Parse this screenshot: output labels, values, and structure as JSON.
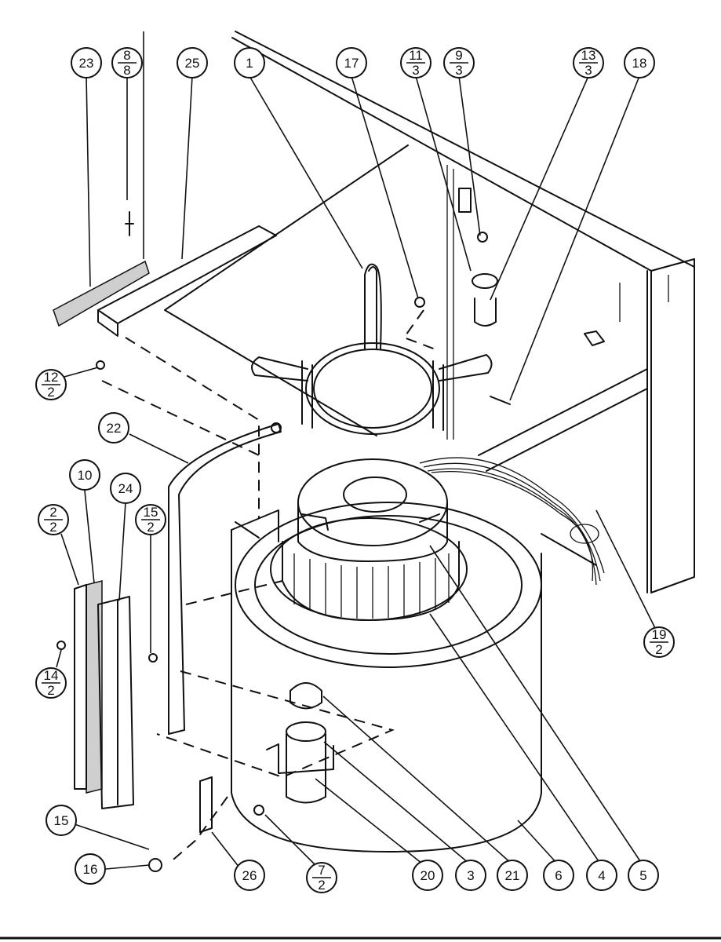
{
  "callouts": {
    "c23": "23",
    "c8_8_top": "8",
    "c8_8_bot": "8",
    "c25": "25",
    "c1": "1",
    "c17": "17",
    "c11_3_top": "11",
    "c11_3_bot": "3",
    "c9_3_top": "9",
    "c9_3_bot": "3",
    "c13_3_top": "13",
    "c13_3_bot": "3",
    "c18": "18",
    "c12_2_top": "12",
    "c12_2_bot": "2",
    "c22": "22",
    "c10": "10",
    "c24": "24",
    "c2_2_top": "2",
    "c2_2_bot": "2",
    "c15_2_top": "15",
    "c15_2_bot": "2",
    "c14_2_top": "14",
    "c14_2_bot": "2",
    "c19_2_top": "19",
    "c19_2_bot": "2",
    "c15": "15",
    "c16": "16",
    "c26": "26",
    "c7_2_top": "7",
    "c7_2_bot": "2",
    "c20": "20",
    "c3": "3",
    "c21": "21",
    "c6": "6",
    "c4": "4",
    "c5": "5"
  }
}
